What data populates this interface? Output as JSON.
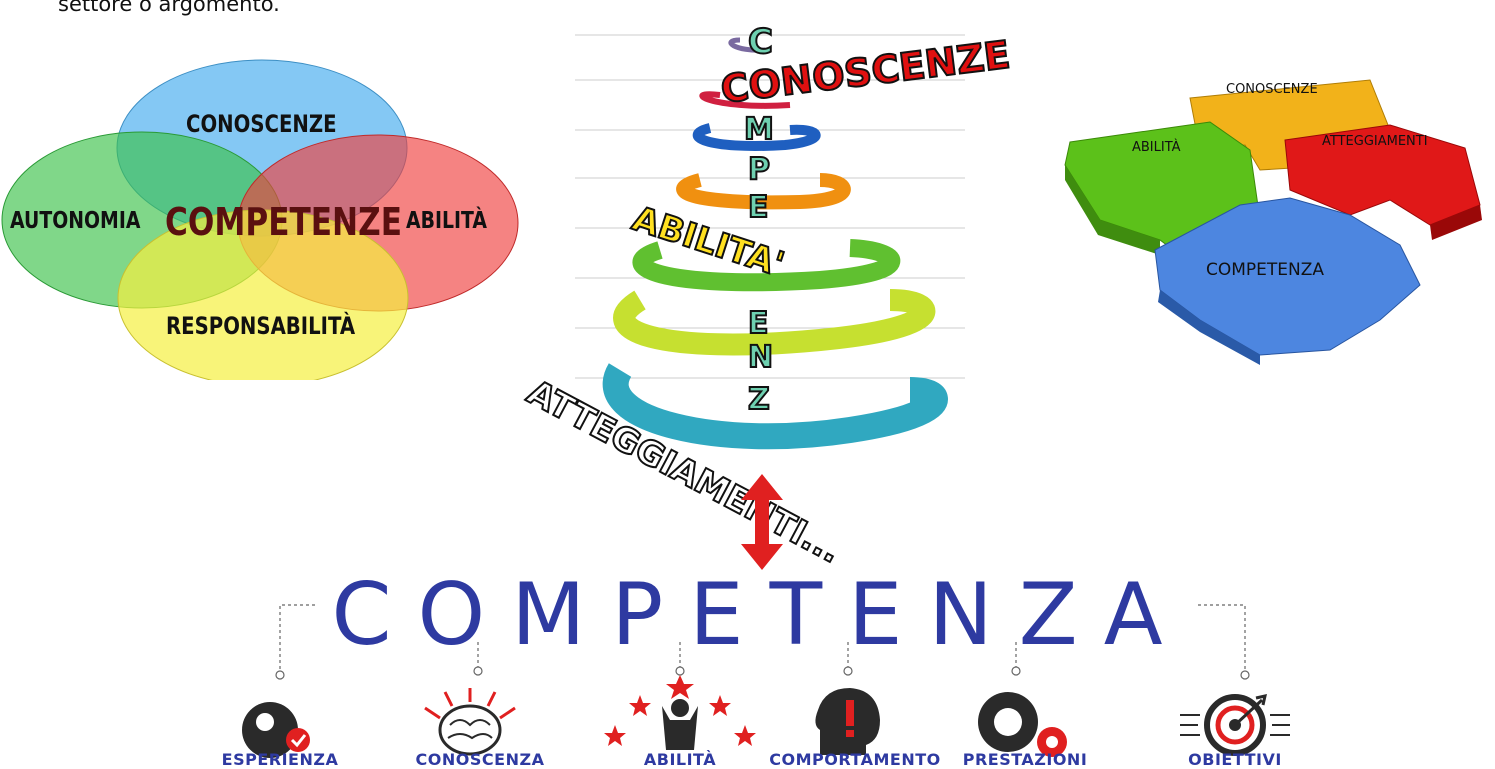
{
  "intro_text": "settore o argomento.",
  "venn": {
    "conoscenze": "CONOSCENZE",
    "autonomia": "AUTONOMIA",
    "competenze": "COMPETENZE",
    "abilita": "ABILITÀ",
    "responsabilita": "RESPONSABILITÀ",
    "colors": {
      "blue": "#5bb6f0",
      "green": "#3cc24a",
      "red": "#f0403f",
      "yellow": "#f5f040"
    }
  },
  "spiral": {
    "letters": [
      "C",
      "M",
      "P",
      "E",
      "E",
      "N",
      "Z"
    ],
    "conoscenze": "CONOSCENZE",
    "abilita": "ABILITA'",
    "atteggiamenti": "ATTEGGIAMENTI..."
  },
  "puzzle": {
    "conoscenze": "CONOSCENZE",
    "abilita": "ABILITÀ",
    "atteggiamenti": "ATTEGGIAMENTI",
    "competenza": "COMPETENZA"
  },
  "banner": {
    "title": "COMPETENZA",
    "items": [
      {
        "label": "ESPERIENZA",
        "icon": "person-check-icon"
      },
      {
        "label": "CONOSCENZA",
        "icon": "brain-icon"
      },
      {
        "label": "ABILITÀ",
        "icon": "person-stars-icon"
      },
      {
        "label": "COMPORTAMENTO",
        "icon": "head-exclamation-icon"
      },
      {
        "label": "PRESTAZIONI",
        "icon": "gears-icon"
      },
      {
        "label": "OBIETTIVI",
        "icon": "target-icon"
      }
    ],
    "title_color": "#2e3aa1",
    "accent_color": "#e02020"
  }
}
